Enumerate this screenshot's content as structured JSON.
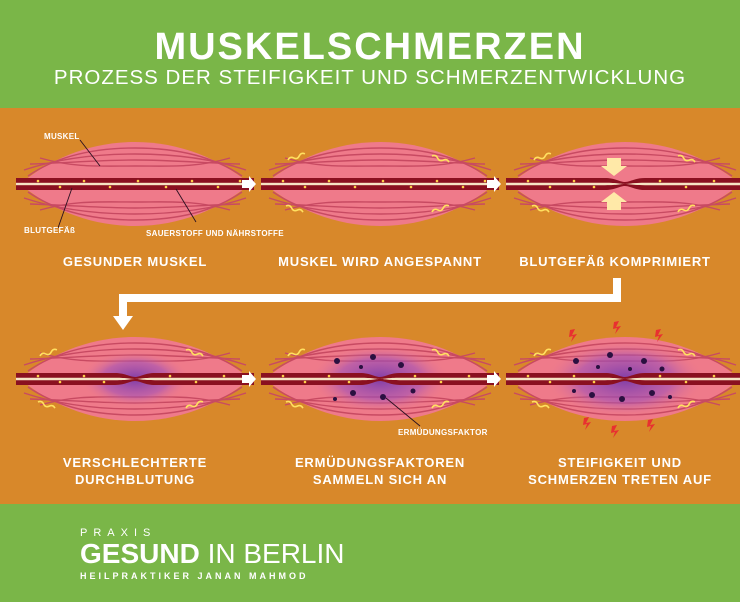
{
  "header": {
    "title": "MUSKELSCHMERZEN",
    "subtitle": "PROZESS DER STEIFIGKEIT UND SCHMERZENTWICKLUNG"
  },
  "labels": {
    "muscle": "MUSKEL",
    "vessel": "BLUTGEFÄß",
    "nutrients": "SAUERSTOFF UND NÄHRSTOFFE",
    "fatigue": "ERMÜDUNGSFAKTOR"
  },
  "steps": [
    {
      "caption": "GESUNDER MUSKEL"
    },
    {
      "caption": "MUSKEL WIRD ANGESPANNT"
    },
    {
      "caption": "BLUTGEFÄß KOMPRIMIERT"
    },
    {
      "caption": "VERSCHLECHTERTE DURCHBLUTUNG"
    },
    {
      "caption": "ERMÜDUNGSFAKTOREN SAMMELN SICH AN"
    },
    {
      "caption": "STEIFIGKEIT UND SCHMERZEN TRETEN AUF"
    }
  ],
  "brand": {
    "top": "PRAXIS",
    "main_bold": "GESUND",
    "main_rest": " IN BERLIN",
    "sub": "HEILPRAKTIKER JANAN MAHMOD"
  },
  "colors": {
    "header_bg": "#7ab648",
    "main_bg": "#d8882a",
    "muscle_fill": "#ef7a8a",
    "vessel": "#8a1020",
    "purple": "#8a4ab0",
    "yellow": "#ffe060"
  }
}
